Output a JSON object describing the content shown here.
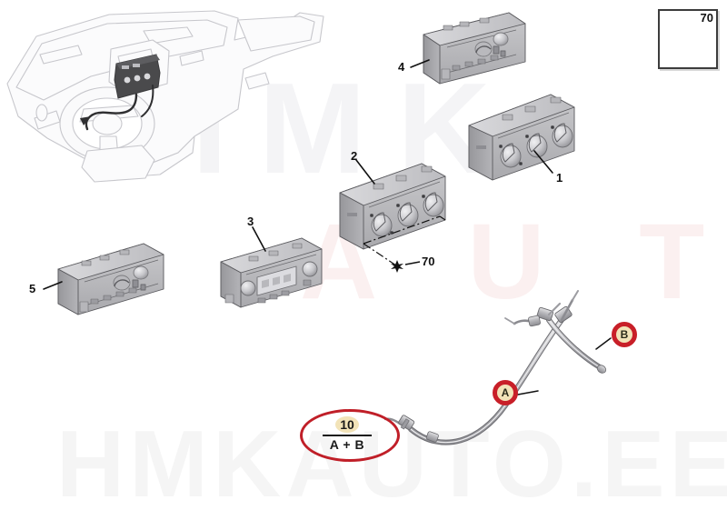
{
  "document": {
    "type": "automotive-parts-diagram",
    "title": "Heater / air conditioning control panel exploded parts diagram",
    "background_color": "#ffffff"
  },
  "watermarks": [
    {
      "name": "hmk-watermark",
      "text": "HMK",
      "color": "#f4f4f6"
    },
    {
      "name": "auto-watermark",
      "text": "A U T O",
      "color": "#fbf0f0"
    },
    {
      "name": "hmkauto-ee-watermark",
      "text": "HMKAUTO.EE",
      "color": "#f5f5f5"
    }
  ],
  "part_labels": [
    {
      "id": "1",
      "text": "1",
      "description": "heater control panel with three rotary knobs (right)"
    },
    {
      "id": "2",
      "text": "2",
      "description": "heater control panel with three rotary knobs (centre)"
    },
    {
      "id": "3",
      "text": "3",
      "description": "climate control panel with digital display"
    },
    {
      "id": "4",
      "text": "4",
      "description": "control panel unit (top)"
    },
    {
      "id": "5",
      "text": "5",
      "description": "control panel unit (left)"
    }
  ],
  "fastener_callout": {
    "name": "screw-callout",
    "text": "70",
    "marker": "star",
    "description": "screw fixing point"
  },
  "detail_box": {
    "name": "screw-detail-box",
    "number": "70",
    "icon": "screw-icon",
    "description": "self-tapping screw detail inset, top right"
  },
  "cable_markers": [
    {
      "id": "A",
      "text": "A",
      "description": "long flexible control cable",
      "ring_color": "#c81f28",
      "fill_color": "#f2e3b8"
    },
    {
      "id": "B",
      "text": "B",
      "description": "short control cable / linkage rod",
      "ring_color": "#c81f28",
      "fill_color": "#f2e3b8"
    }
  ],
  "quantity_callout": {
    "name": "quantity-callout",
    "numerator": "10",
    "denominator": "A + B",
    "ellipse_color": "#c01f28",
    "badge_color": "#f2e3b8",
    "description": "quantity 10 applies to cables A + B"
  },
  "dashboard_illustration": {
    "name": "dashboard-illustration",
    "description": "line-art vehicle dashboard with steering wheel and highlighted control unit location"
  }
}
